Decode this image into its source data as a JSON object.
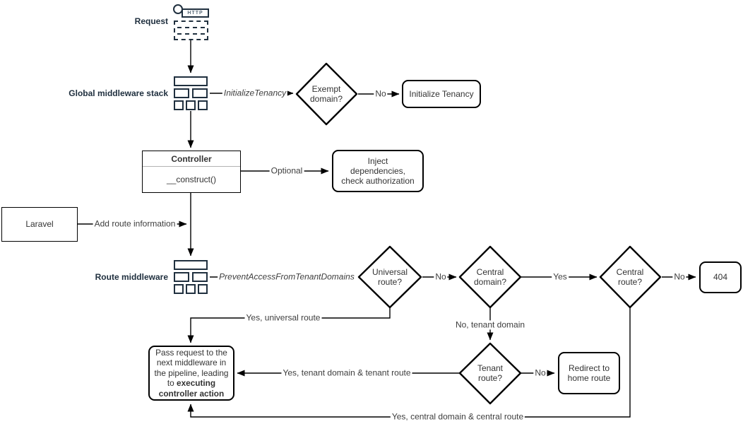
{
  "colors": {
    "icon": "#20303f",
    "shape_stroke": "#000000",
    "text": "#333333",
    "edge_label": "#3d3d3d",
    "background": "#ffffff"
  },
  "icons": {
    "request": "http-request-icon",
    "middleware_stack": "middleware-stack-icon"
  },
  "nodes": {
    "request": "Request",
    "http": "HTTP",
    "global_middleware_stack": "Global middleware stack",
    "exempt_domain": "Exempt domain?",
    "initialize_tenancy": "Initialize Tenancy",
    "controller_title": "Controller",
    "controller_method": "__construct()",
    "inject_dependencies": "Inject dependencies, check authorization",
    "laravel": "Laravel",
    "route_middleware": "Route middleware",
    "universal_route": "Universal route?",
    "central_domain": "Central domain?",
    "central_route": "Central route?",
    "not_found": "404",
    "tenant_route": "Tenant route?",
    "redirect_home": "Redirect to home route",
    "pass_request_prefix": "Pass request to the next middleware in the pipeline, leading to ",
    "pass_request_bold": "executing controller action"
  },
  "edges": {
    "initialize_tenancy": "InitializeTenancy",
    "exempt_no": "No",
    "optional": "Optional",
    "add_route_information": "Add route information",
    "prevent_access": "PreventAccessFromTenantDomains",
    "universal_no": "No",
    "central_domain_yes": "Yes",
    "central_route_no": "No",
    "yes_universal_route": "Yes, universal route",
    "no_tenant_domain": "No, tenant domain",
    "yes_tenant_route": "Yes, tenant domain & tenant route",
    "tenant_no": "No",
    "yes_central_route": "Yes, central domain & central route"
  }
}
